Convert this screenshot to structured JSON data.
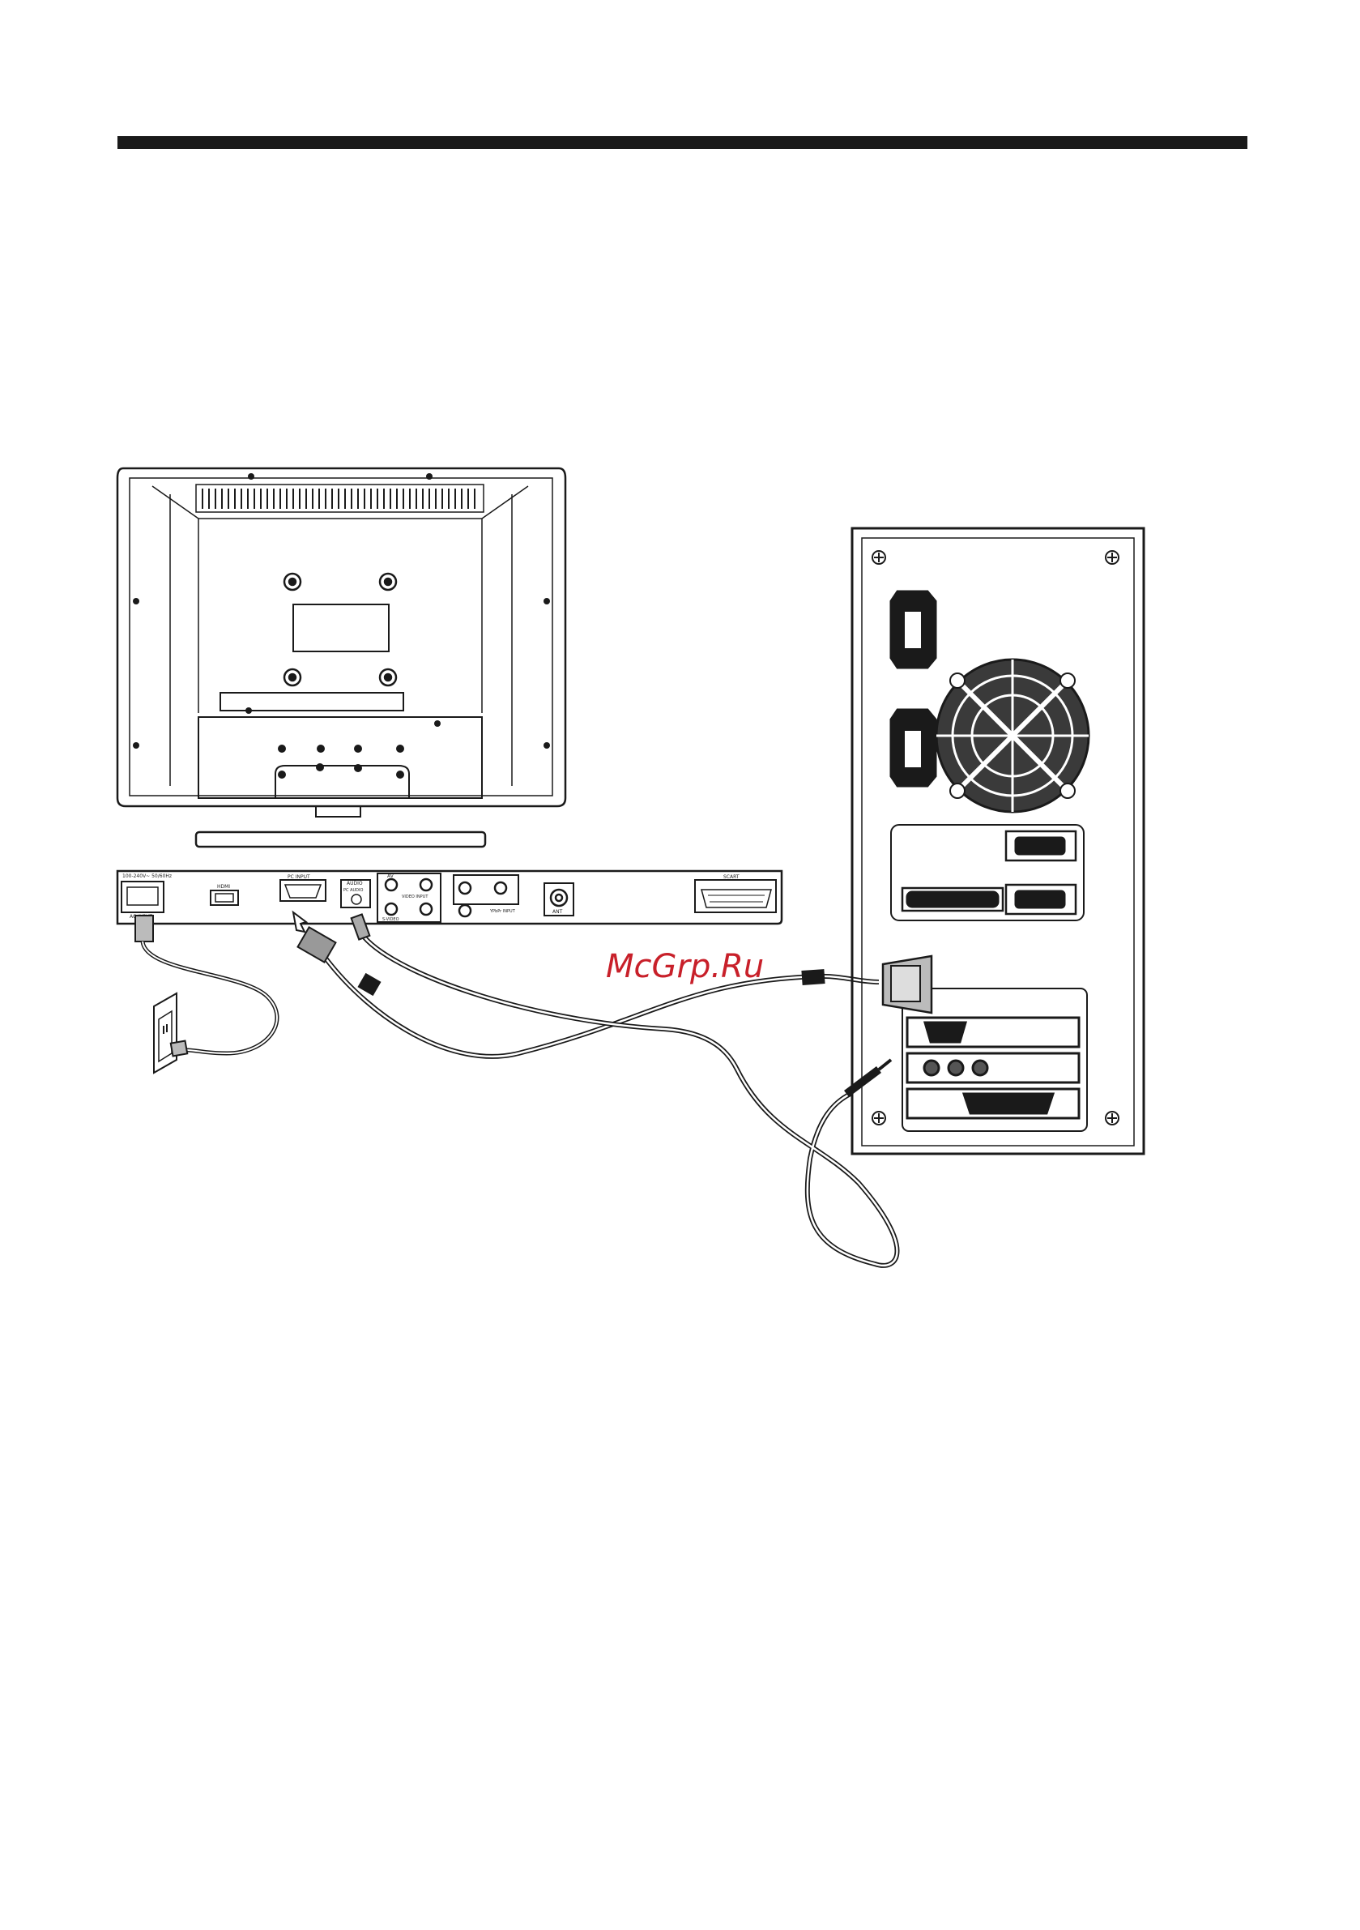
{
  "watermark": {
    "text": "McGrp.Ru",
    "color": "#c8202a"
  },
  "tv_back_panel": {
    "ac_input_rating": "100-240V~ 50/60Hz",
    "ac_input_label": "AC INPUT",
    "hdmi_label": "HDMI",
    "pc_input_label": "PC INPUT",
    "audio_label": "AUDIO",
    "audio_sub_label": "PC AUDIO",
    "av_label": "AV",
    "video_input_label": "VIDEO INPUT",
    "s_video_label": "S-VIDEO",
    "ypbpr_label": "YPbPr INPUT",
    "ant_label": "ANT",
    "scart_label": "SCART"
  },
  "colors": {
    "ink": "#1a1a1a",
    "rule": "#1a1a1a",
    "fan_fill": "#3a3a3a",
    "cable": "#4a4a4a"
  }
}
